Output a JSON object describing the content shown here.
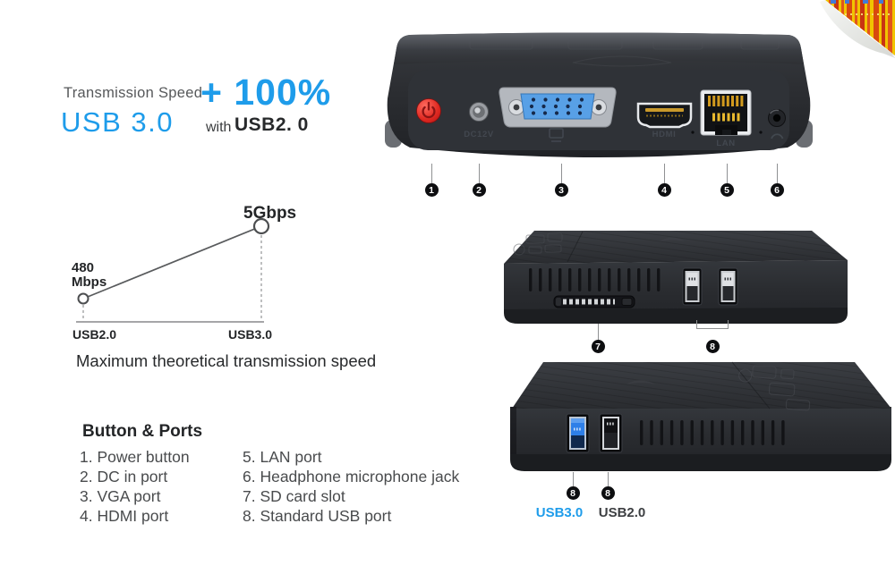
{
  "colors": {
    "accent_blue": "#1e9cea",
    "power_red": "#e02a22",
    "vga_blue": "#58a0e6",
    "usb3_blue": "#2e7fe8",
    "body_dark": "#2b2d31"
  },
  "headline": {
    "kicker": "Transmission Speed",
    "boost": "+ 100%",
    "title": "USB 3.0",
    "conjunction": "with",
    "subtitle": "USB2. 0"
  },
  "chart_data": {
    "type": "line",
    "categories": [
      "USB2.0",
      "USB3.0"
    ],
    "values": [
      480,
      5000
    ],
    "unit": "Mbps",
    "point_labels": [
      "480\nMbps",
      "5Gbps"
    ],
    "caption": "Maximum theoretical transmission speed",
    "ylim": [
      0,
      5000
    ],
    "grid": false,
    "marker": "open-circle",
    "legend_position": "none"
  },
  "legend": {
    "title": "Button & Ports",
    "items_left": [
      "1. Power button",
      "2. DC in port",
      "3. VGA port",
      "4. HDMI port"
    ],
    "items_right": [
      "5. LAN port",
      "6. Headphone microphone jack",
      "7. SD card slot",
      "8. Standard USB port"
    ]
  },
  "device_back": {
    "callouts": [
      "1",
      "2",
      "3",
      "4",
      "5",
      "6"
    ],
    "port_labels": {
      "dc": "DC12V",
      "hdmi": "HDMI",
      "lan": "LAN"
    }
  },
  "device_side": {
    "callout_sd": "7",
    "callout_usb": "8"
  },
  "device_front": {
    "callout_usb3": "8",
    "callout_usb2": "8",
    "usb3_label": "USB3.0",
    "usb2_label": "USB2.0"
  }
}
